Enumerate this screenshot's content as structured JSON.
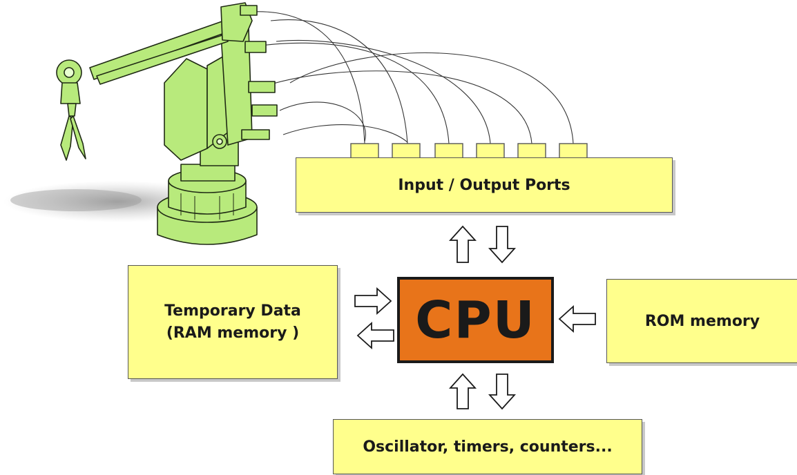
{
  "boxes": {
    "io_ports": "Input / Output Ports",
    "ram_line1": "Temporary Data",
    "ram_line2": "(RAM memory )",
    "cpu": "CPU",
    "rom": "ROM memory",
    "oscillator": "Oscillator, timers, counters..."
  },
  "icons": [
    "robot-arm-illustration",
    "arrow-up-icon",
    "arrow-down-icon",
    "arrow-left-icon",
    "arrow-right-icon"
  ],
  "colors": {
    "box_fill": "#ffff8c",
    "cpu_fill": "#e8741a",
    "robot_green": "#b8ea7c",
    "outline": "#1a1a1a"
  }
}
